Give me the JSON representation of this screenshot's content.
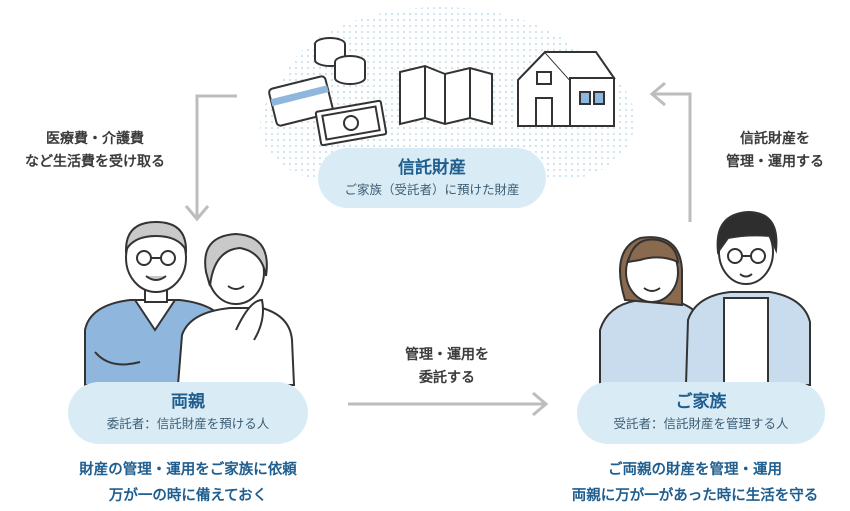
{
  "trust_asset": {
    "title": "信託財産",
    "subtitle": "ご家族（受託者）に預けた財産"
  },
  "parents": {
    "title": "両親",
    "subtitle": "委託者：信託財産を預ける人",
    "desc_line1": "財産の管理・運用をご家族に依頼",
    "desc_line2": "万が一の時に備えておく"
  },
  "family": {
    "title": "ご家族",
    "subtitle": "受託者：信託財産を管理する人",
    "desc_line1": "ご両親の財産を管理・運用",
    "desc_line2": "両親に万が一があった時に生活を守る"
  },
  "flows": {
    "left_line1": "医療費・介護費",
    "left_line2": "など生活費を受け取る",
    "right_line1": "信託財産を",
    "right_line2": "管理・運用する",
    "middle_line1": "管理・運用を",
    "middle_line2": "委託する"
  },
  "colors": {
    "accent": "#1f5e8f",
    "pill": "#d9ecf6",
    "arrow": "#bdbdbd",
    "shirt": "#8fb6dc",
    "shirt_light": "#c9dcee"
  },
  "icons": [
    "coins-icon",
    "credit-card-icon",
    "banknote-icon",
    "land-map-icon",
    "house-icon"
  ]
}
